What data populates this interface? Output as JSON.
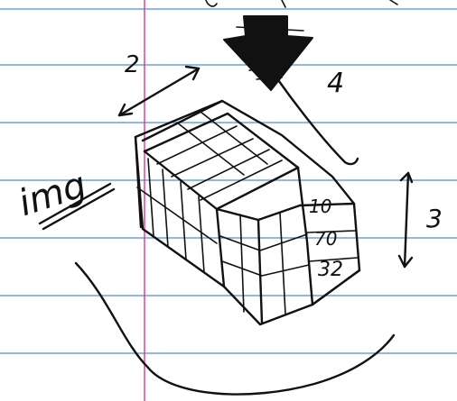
{
  "note": {
    "colors": {
      "paper": "#ffffff",
      "rule_line": "#4a90d9",
      "margin_line": "#e0339a",
      "ink": "#111111",
      "label_red": "#e01b1b",
      "label_green": "#1f8a1f",
      "label_blue": "#2b2bb8"
    },
    "side_label": "img",
    "dimensions": {
      "width": "2",
      "depth": "4",
      "height": "3"
    },
    "face_values": [
      {
        "text": "10",
        "color": "#e01b1b"
      },
      {
        "text": "70",
        "color": "#1f8a1f"
      },
      {
        "text": "32",
        "color": "#2b2bb8"
      }
    ]
  }
}
